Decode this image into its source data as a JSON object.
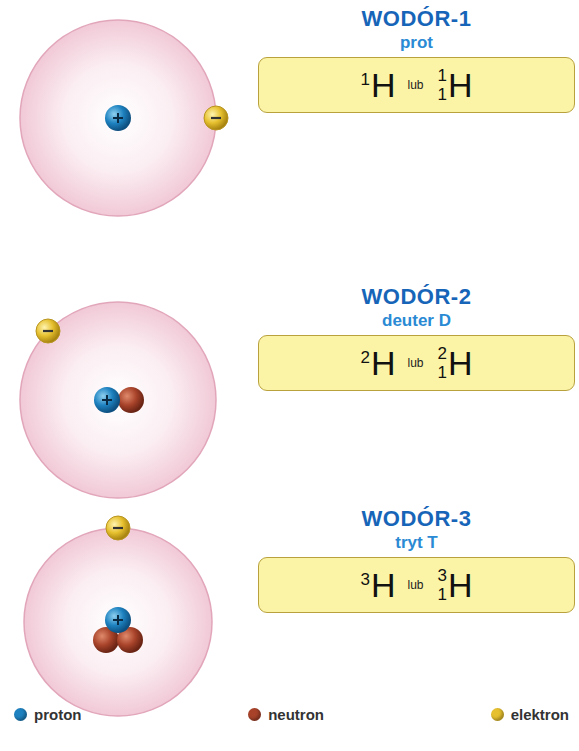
{
  "diagram": {
    "nodes": [
      {
        "text": [
          "WODÓR-1",
          "prot",
          "1",
          "H",
          "lub",
          "1",
          "1",
          "H"
        ]
      },
      {
        "text": [
          "WODÓR-2",
          "deuter D",
          "2",
          "H",
          "lub",
          "2",
          "1",
          "H"
        ]
      },
      {
        "text": [
          "WODÓR-3",
          "tryt T",
          "3",
          "H",
          "lub",
          "3",
          "1",
          "H"
        ]
      }
    ],
    "legend": [
      {
        "text": "proton",
        "color": "#1e82c0"
      },
      {
        "text": "neutron",
        "color": "#a8432a"
      },
      {
        "text": "elektron",
        "color": "#e6c02e"
      }
    ]
  }
}
